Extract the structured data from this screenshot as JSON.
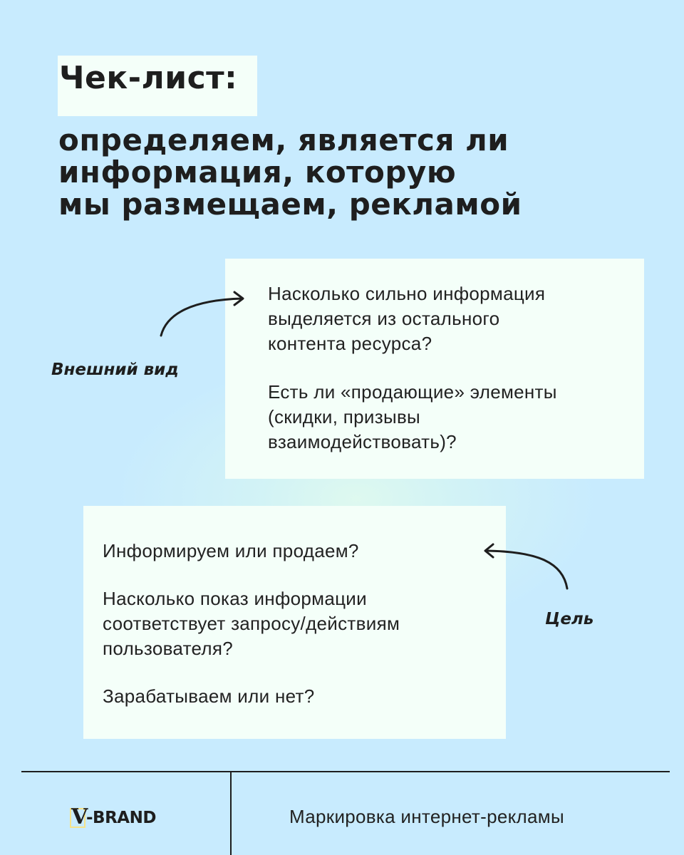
{
  "header": {
    "title": "Чек-лист:",
    "subtitle_lines": [
      "определяем, является ли",
      "информация, которую",
      "мы размещаем, рекламой"
    ]
  },
  "sections": [
    {
      "label": "Внешний вид",
      "arrow_direction": "right",
      "questions": [
        {
          "lines": [
            "Насколько сильно информация",
            "выделяется из остального",
            "контента ресурса?"
          ]
        },
        {
          "lines": [
            "Есть ли «продающие» элементы",
            "(скидки, призывы",
            "взаимодействовать)?"
          ]
        }
      ]
    },
    {
      "label": "Цель",
      "arrow_direction": "left",
      "questions": [
        {
          "lines": [
            "Информируем или продаем?"
          ]
        },
        {
          "lines": [
            "Насколько показ информации",
            "соответствует запросу/действиям",
            "пользователя?"
          ]
        },
        {
          "lines": [
            "Зарабатываем или нет?"
          ]
        }
      ]
    }
  ],
  "footer": {
    "brand_mark": "V",
    "brand_text": "-BRAND",
    "caption": "Маркировка интернет-рекламы"
  },
  "colors": {
    "background": "#c8ebfe",
    "glow": "#def9ef",
    "card": "#f4fff9",
    "text": "#1e1e1e",
    "brand_accent": "#f5e38a"
  },
  "icons": {
    "arrow_1": "curved-arrow-right-icon",
    "arrow_2": "curved-arrow-left-icon"
  }
}
